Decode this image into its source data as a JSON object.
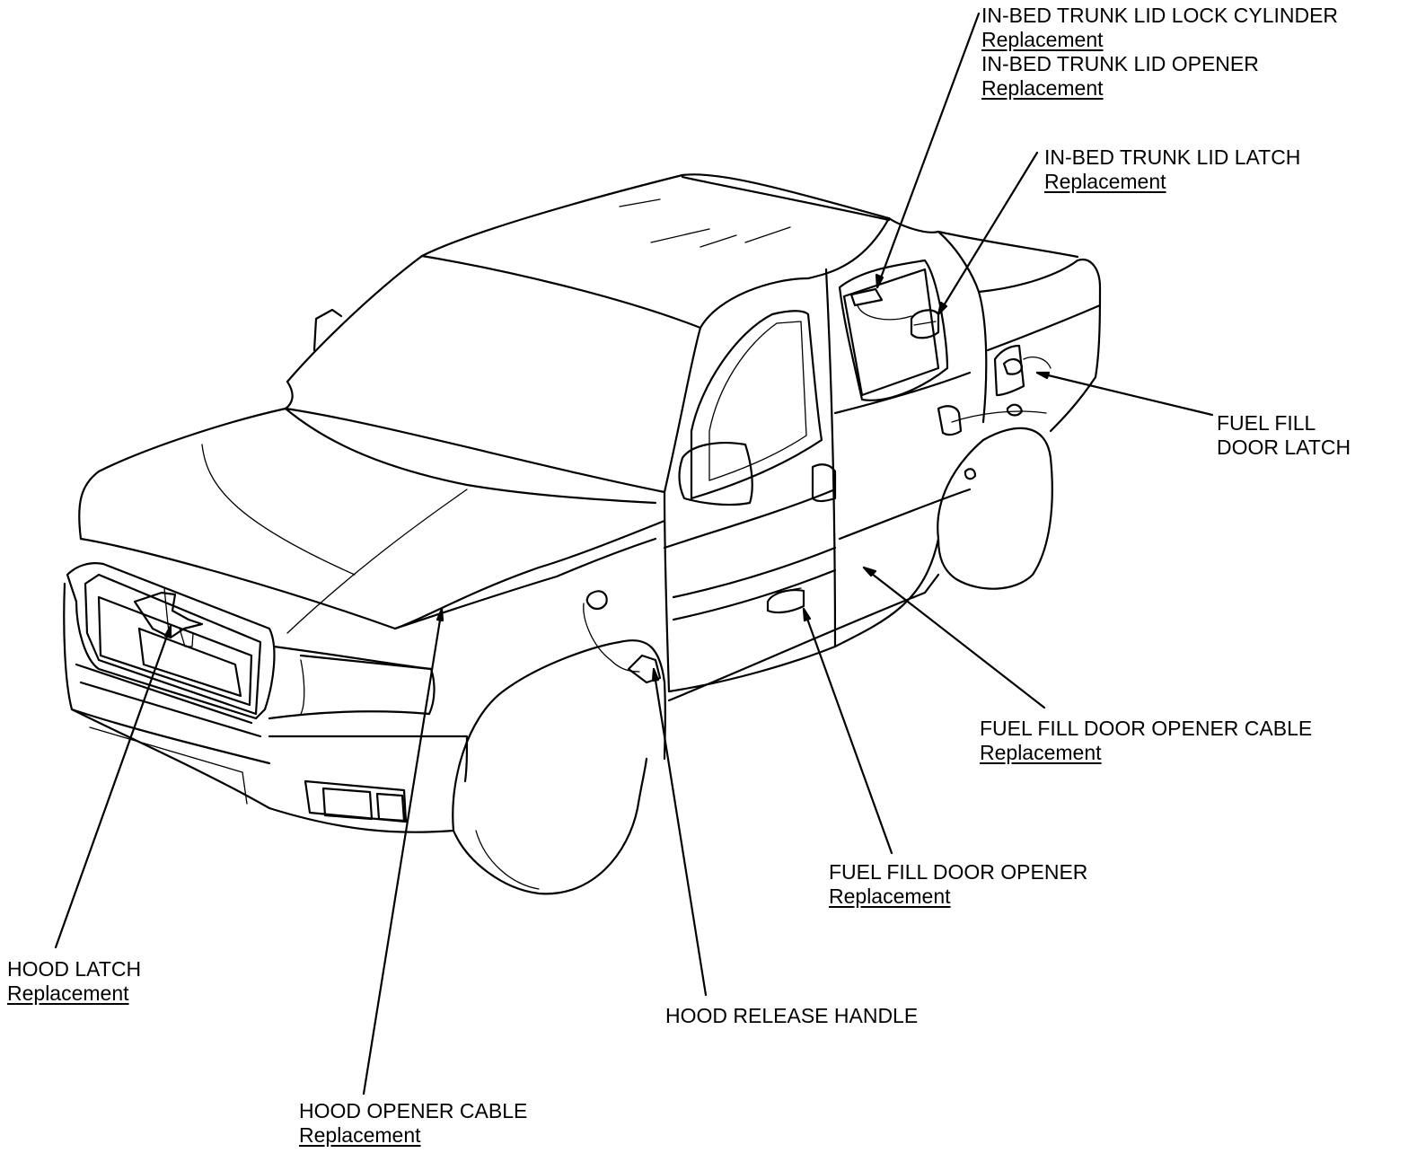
{
  "callouts": {
    "trunk_lid_lock_cylinder": {
      "title": "IN-BED TRUNK LID LOCK CYLINDER",
      "link": "Replacement"
    },
    "trunk_lid_opener": {
      "title": "IN-BED TRUNK LID OPENER",
      "link": "Replacement"
    },
    "trunk_lid_latch": {
      "title": "IN-BED TRUNK LID LATCH",
      "link": "Replacement"
    },
    "fuel_fill_door_latch": {
      "line1": "FUEL FILL",
      "line2": "DOOR LATCH"
    },
    "fuel_fill_door_opener_cable": {
      "title": "FUEL FILL DOOR OPENER CABLE",
      "link": "Replacement"
    },
    "fuel_fill_door_opener": {
      "title": "FUEL FILL DOOR OPENER",
      "link": "Replacement"
    },
    "hood_latch": {
      "title": "HOOD LATCH",
      "link": "Replacement"
    },
    "hood_release_handle": {
      "title": "HOOD RELEASE HANDLE"
    },
    "hood_opener_cable": {
      "title": "HOOD OPENER CABLE",
      "link": "Replacement"
    }
  }
}
